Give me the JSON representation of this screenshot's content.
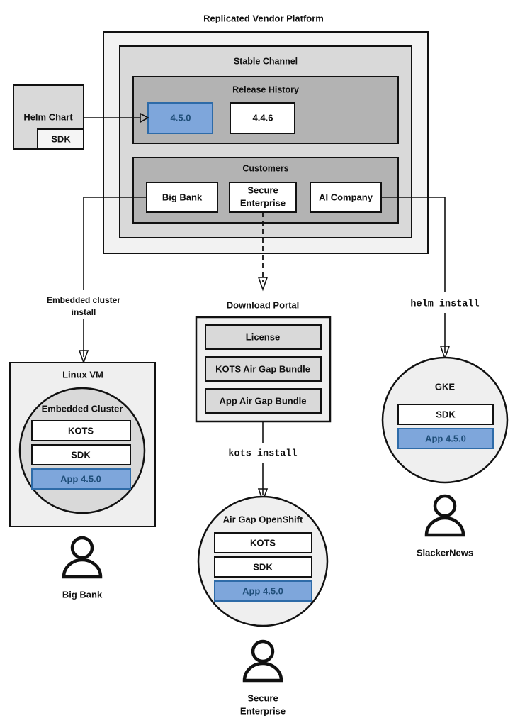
{
  "diagram": {
    "title": "Replicated Vendor Platform",
    "colors": {
      "outer_panel": "#F2F2F2",
      "mid_panel": "#D9D9D9",
      "inner_panel": "#B3B3B3",
      "accent_blue_fill": "#7EA6DB",
      "accent_blue_stroke": "#2E6BA8",
      "accent_blue_text": "#1F4E79",
      "white_box": "#FFFFFF",
      "light_box": "#F5F5F5",
      "circle_fill": "#EFEFEF",
      "stroke": "#111111"
    }
  },
  "helm_chart": {
    "title": "Helm Chart",
    "sdk_label": "SDK"
  },
  "platform": {
    "channel_title": "Stable Channel",
    "release_history": {
      "title": "Release History",
      "releases": [
        {
          "version": "4.5.0",
          "highlighted": true
        },
        {
          "version": "4.4.6",
          "highlighted": false
        }
      ]
    },
    "customers": {
      "title": "Customers",
      "items": [
        {
          "name": "Big Bank"
        },
        {
          "name": "Secure\nEnterprise",
          "line1": "Secure",
          "line2": "Enterprise"
        },
        {
          "name": "AI Company"
        }
      ]
    }
  },
  "edges": {
    "embedded_cluster_install": {
      "line1": "Embedded cluster",
      "line2": "install"
    },
    "kots_install": "kots install",
    "helm_install": "helm install"
  },
  "targets": {
    "linux_vm": {
      "title": "Linux VM",
      "cluster_title": "Embedded Cluster",
      "components": [
        "KOTS",
        "SDK",
        "App 4.5.0"
      ],
      "highlighted_component": "App 4.5.0",
      "user": "Big Bank"
    },
    "download_portal": {
      "title": "Download Portal",
      "artifacts": [
        "License",
        "KOTS Air Gap Bundle",
        "App Air Gap Bundle"
      ]
    },
    "airgap_openshift": {
      "title": "Air Gap OpenShift",
      "components": [
        "KOTS",
        "SDK",
        "App 4.5.0"
      ],
      "highlighted_component": "App 4.5.0",
      "user_line1": "Secure",
      "user_line2": "Enterprise"
    },
    "gke": {
      "title": "GKE",
      "components": [
        "SDK",
        "App 4.5.0"
      ],
      "highlighted_component": "App 4.5.0",
      "user": "SlackerNews"
    }
  }
}
